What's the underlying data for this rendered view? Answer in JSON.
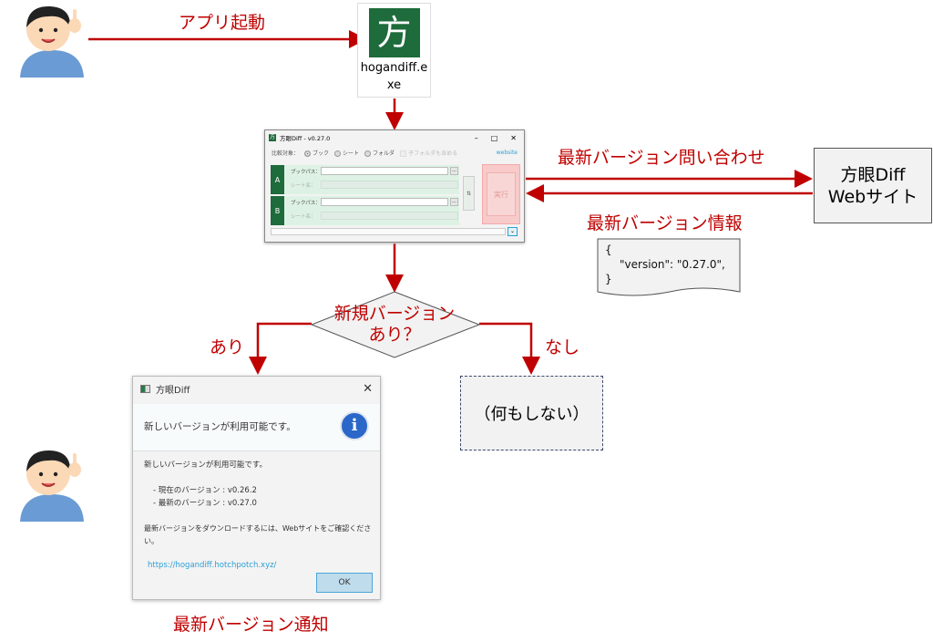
{
  "labels": {
    "launch": "アプリ起動",
    "query": "最新バージョン問い合わせ",
    "info": "最新バージョン情報",
    "decision_line1": "新規バージョン",
    "decision_line2": "あり？",
    "yes": "あり",
    "no": "なし",
    "notify_caption": "最新バージョン通知",
    "nothing": "（何もしない）"
  },
  "exe": {
    "icon_glyph": "方",
    "name_line1": "hogandiff.e",
    "name_line2": "xe"
  },
  "website_box": {
    "line1": "方眼Diff",
    "line2": "Webサイト"
  },
  "json_doc": {
    "line1": "{",
    "line2": "\"version\": \"0.27.0\",",
    "line3": "}"
  },
  "app_window": {
    "icon_glyph": "方",
    "title": "方眼Diff  -  v0.27.0",
    "compare_label": "比較対象：",
    "options": [
      "ブック",
      "シート",
      "フォルダ"
    ],
    "subfolder_label": "子フォルダも含める",
    "website_link": "website",
    "side_a": "A",
    "side_b": "B",
    "book_path_label": "ブックパス：",
    "sheet_name_label": "シート名：",
    "browse": "...",
    "execute": "実行",
    "colors": {
      "green": "#1e6b3c",
      "link": "#2a9fd6"
    }
  },
  "dialog": {
    "title": "方眼Diff",
    "header": "新しいバージョンが利用可能です。",
    "message": "新しいバージョンが利用可能です。",
    "current_version": "- 現在のバージョン : v0.26.2",
    "latest_version": "- 最新のバージョン : v0.27.0",
    "download_note": "最新バージョンをダウンロードするには、Webサイトをご確認ください。",
    "url": "https://hogandiff.hotchpotch.xyz/",
    "ok": "OK",
    "info_glyph": "i"
  },
  "colors": {
    "arrow": "#c00000"
  }
}
